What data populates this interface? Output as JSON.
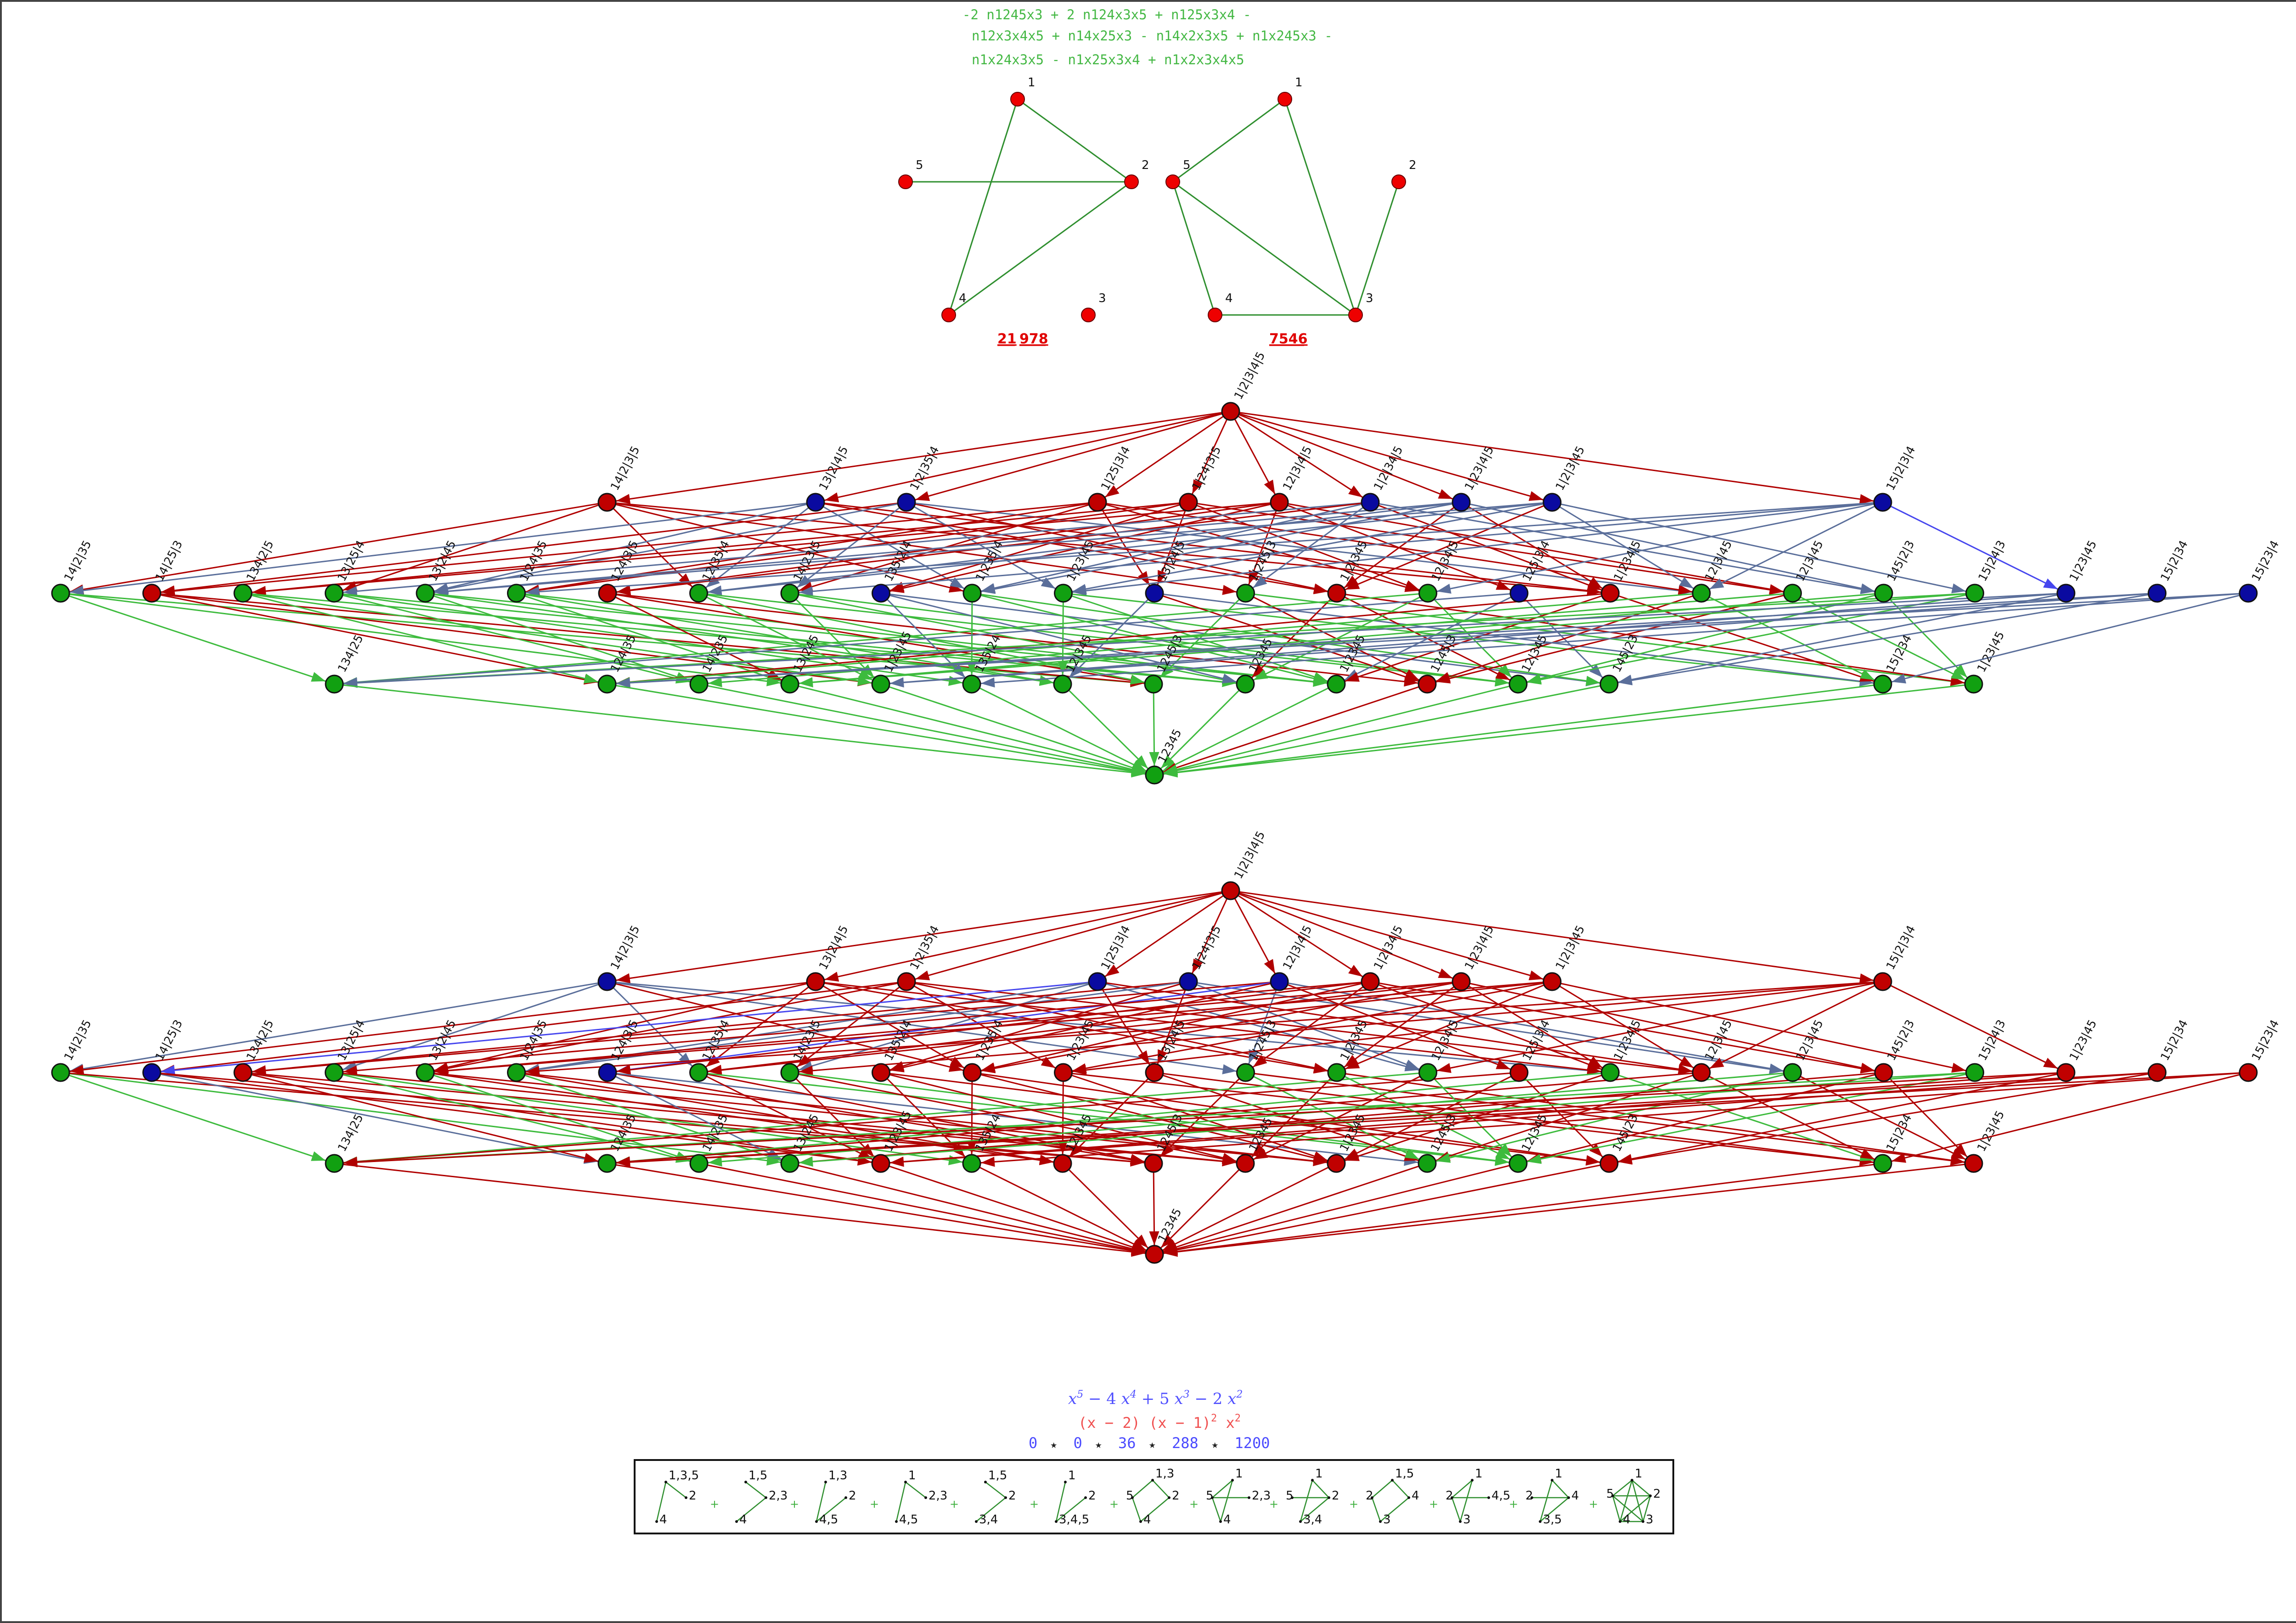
{
  "polynomial_lines": [
    "-2 n1245x3 + 2 n124x3x5 + n125x3x4 -",
    "n12x3x4x5 + n14x25x3 - n14x2x3x5 + n1x245x3 -",
    "n1x24x3x5 - n1x25x3x4 + n1x2x3x4x5"
  ],
  "graphs": [
    {
      "vertices": [
        {
          "label": "1"
        },
        {
          "label": "2"
        },
        {
          "label": "3"
        },
        {
          "label": "4"
        },
        {
          "label": "5"
        }
      ],
      "edges": [
        [
          "1",
          "2"
        ],
        [
          "1",
          "4"
        ],
        [
          "2",
          "4"
        ],
        [
          "2",
          "5"
        ]
      ],
      "codes": [
        "21",
        "978"
      ]
    },
    {
      "vertices": [
        {
          "label": "1"
        },
        {
          "label": "2"
        },
        {
          "label": "3"
        },
        {
          "label": "4"
        },
        {
          "label": "5"
        }
      ],
      "edges": [
        [
          "1",
          "5"
        ],
        [
          "1",
          "3"
        ],
        [
          "2",
          "3"
        ],
        [
          "3",
          "4"
        ],
        [
          "3",
          "5"
        ],
        [
          "4",
          "5"
        ]
      ],
      "codes": [
        "7546"
      ]
    }
  ],
  "lattice": {
    "ranks": [
      [
        "1|2|3|4|5"
      ],
      [
        "14|2|3|5",
        "13|2|4|5",
        "1|2|35|4",
        "1|25|3|4",
        "1|24|3|5",
        "12|3|4|5",
        "1|2|34|5",
        "1|23|4|5",
        "1|2|3|45",
        "15|2|3|4"
      ],
      [
        "14|2|35",
        "14|25|3",
        "134|2|5",
        "13|25|4",
        "13|2|45",
        "1|24|35",
        "124|3|5",
        "12|35|4",
        "14|23|5",
        "135|2|4",
        "1|235|4",
        "1|23|45",
        "13|24|5",
        "1|245|3",
        "1|2|345",
        "12|34|5",
        "125|3|4",
        "1|234|5",
        "12|3|45",
        "12|3|45",
        "145|2|3",
        "15|24|3",
        "1|23|45",
        "15|2|34",
        "15|23|4"
      ],
      [
        "134|25",
        "124|35",
        "14|235",
        "13|245",
        "1|23|45",
        "135|24",
        "12|345",
        "1245|3",
        "12345",
        "1|2345",
        "1245|3",
        "12|345",
        "145|23",
        "15|234",
        "1|23|45"
      ],
      [
        "12345"
      ]
    ],
    "colors": {
      "green": "#11a011",
      "red": "#c00000",
      "blue": "#0a0aa0",
      "edge_green": "#3dbb3d",
      "edge_red": "#b00000",
      "edge_blue": "#4646ee",
      "edge_slate": "#5a6e9a"
    },
    "diagram1_colors": [
      [
        "red"
      ],
      [
        "red",
        "blue",
        "blue",
        "red",
        "red",
        "red",
        "blue",
        "blue",
        "blue",
        "blue"
      ],
      [
        "green",
        "red",
        "green",
        "green",
        "green",
        "green",
        "red",
        "green",
        "green",
        "blue",
        "green",
        "green",
        "blue",
        "green",
        "red",
        "green",
        "blue",
        "red",
        "green",
        "green",
        "green",
        "green",
        "blue",
        "blue",
        "blue"
      ],
      [
        "green",
        "green",
        "green",
        "green",
        "green",
        "green",
        "green",
        "green",
        "green",
        "green",
        "red",
        "green",
        "green",
        "green",
        "green"
      ],
      [
        "green"
      ]
    ],
    "diagram2_colors": [
      [
        "red"
      ],
      [
        "blue",
        "red",
        "red",
        "blue",
        "blue",
        "blue",
        "red",
        "red",
        "red",
        "red"
      ],
      [
        "green",
        "blue",
        "red",
        "green",
        "green",
        "green",
        "blue",
        "green",
        "green",
        "red",
        "red",
        "red",
        "red",
        "green",
        "green",
        "green",
        "red",
        "green",
        "red",
        "green",
        "red",
        "green",
        "red",
        "red",
        "red"
      ],
      [
        "green",
        "green",
        "green",
        "green",
        "red",
        "green",
        "red",
        "red",
        "red",
        "red",
        "green",
        "green",
        "red",
        "green",
        "red"
      ],
      [
        "red"
      ]
    ]
  },
  "equations": {
    "char_poly_parts": [
      "x",
      "5",
      " − 4 ",
      "x",
      "4",
      " + 5 ",
      "x",
      "3",
      " − 2 ",
      "x",
      "2"
    ],
    "factored": "(x − 2) (x − 1)",
    "factored_exp": "2",
    "factored_tail": " x",
    "factored_tail_exp": "2",
    "sequence": [
      "0",
      "0",
      "36",
      "288",
      "1200"
    ],
    "sequence_sep": "★"
  },
  "small_graphs": [
    {
      "labels": [
        "1,3,5",
        "2",
        "4"
      ]
    },
    {
      "labels": [
        "1,5",
        "2,3",
        "4"
      ]
    },
    {
      "labels": [
        "1,3",
        "2",
        "4,5"
      ]
    },
    {
      "labels": [
        "1",
        "2,3",
        "4,5"
      ]
    },
    {
      "labels": [
        "1,5",
        "2",
        "3,4"
      ]
    },
    {
      "labels": [
        "1",
        "2",
        "3,4,5"
      ]
    },
    {
      "labels": [
        "1,3",
        "5",
        "2",
        "4"
      ]
    },
    {
      "labels": [
        "1",
        "5",
        "2,3",
        "4"
      ]
    },
    {
      "labels": [
        "1",
        "5",
        "2",
        "3,4"
      ]
    },
    {
      "labels": [
        "1,5",
        "2",
        "4",
        "3"
      ]
    },
    {
      "labels": [
        "1",
        "2",
        "4,5",
        "3"
      ]
    },
    {
      "labels": [
        "1",
        "2",
        "4",
        "3,5"
      ]
    },
    {
      "labels": [
        "1",
        "5",
        "2",
        "4",
        "3"
      ]
    }
  ],
  "small_graph_sep": "+"
}
